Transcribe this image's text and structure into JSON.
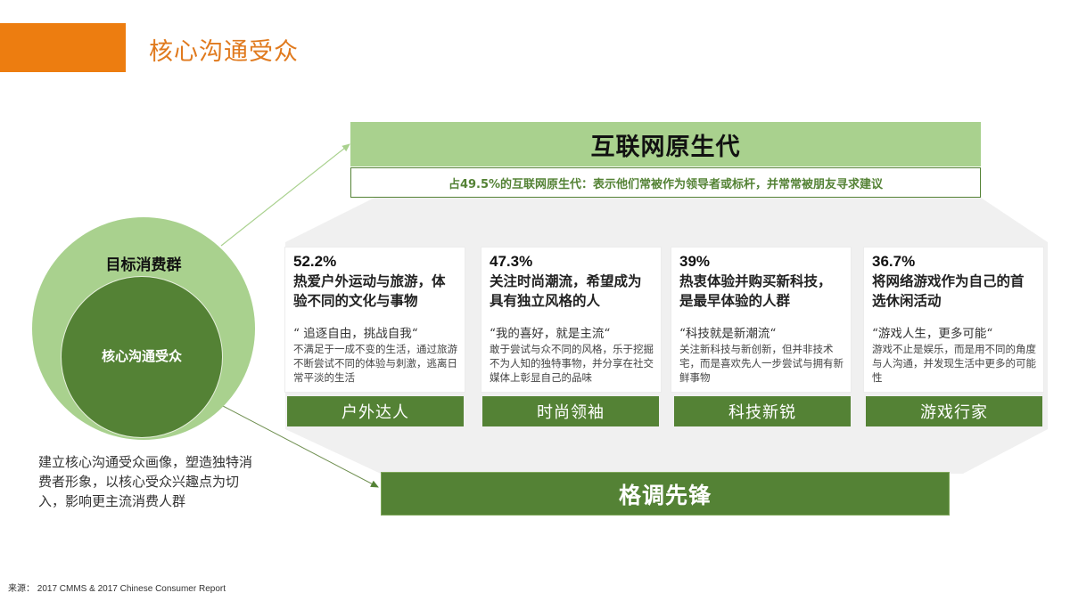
{
  "header": {
    "title": "核心沟通受众",
    "accent_color": "#ed7d10"
  },
  "circles": {
    "outer_label": "目标消费群",
    "inner_label": "核心沟通受众",
    "outer_color": "#a9d18e",
    "inner_color": "#548235"
  },
  "left_note": "建立核心沟通受众画像，塑造独特消费者形象，以核心受众兴趣点为切入，影响更主流消费人群",
  "generation": {
    "title": "互联网原生代",
    "subtitle": "占49.5%的互联网原生代：表示他们常被作为领导者或标杆，并常常被朋友寻求建议"
  },
  "segments": [
    {
      "percent": "52.2%",
      "headline": "热爱户外运动与旅游，体验不同的文化与事物",
      "quote": "“    追逐自由，挑战自我“",
      "description": "不满足于一成不变的生活，通过旅游不断尝试不同的体验与刺激，逃离日常平淡的生活",
      "label": "户外达人"
    },
    {
      "percent": "47.3%",
      "headline": "关注时尚潮流，希望成为具有独立风格的人",
      "quote": "“我的喜好，就是主流“",
      "description": "敢于尝试与众不同的风格，乐于挖掘不为人知的独特事物，并分享在社交媒体上彰显自己的品味",
      "label": "时尚领袖"
    },
    {
      "percent": "39%",
      "headline": "热衷体验并购买新科技，是最早体验的人群",
      "quote": "“科技就是新潮流“",
      "description": "关注新科技与新创新，但并非技术宅，而是喜欢先人一步尝试与拥有新鲜事物",
      "label": "科技新锐"
    },
    {
      "percent": "36.7%",
      "headline": "将网络游戏作为自己的首选休闲活动",
      "quote": "“游戏人生，更多可能“",
      "description": "游戏不止是娱乐，而是用不同的角度与人沟通，并发现生活中更多的可能性",
      "label": "游戏行家"
    }
  ],
  "result": {
    "label": "格调先锋"
  },
  "source": "来源： 2017 CMMS & 2017 Chinese Consumer Report"
}
